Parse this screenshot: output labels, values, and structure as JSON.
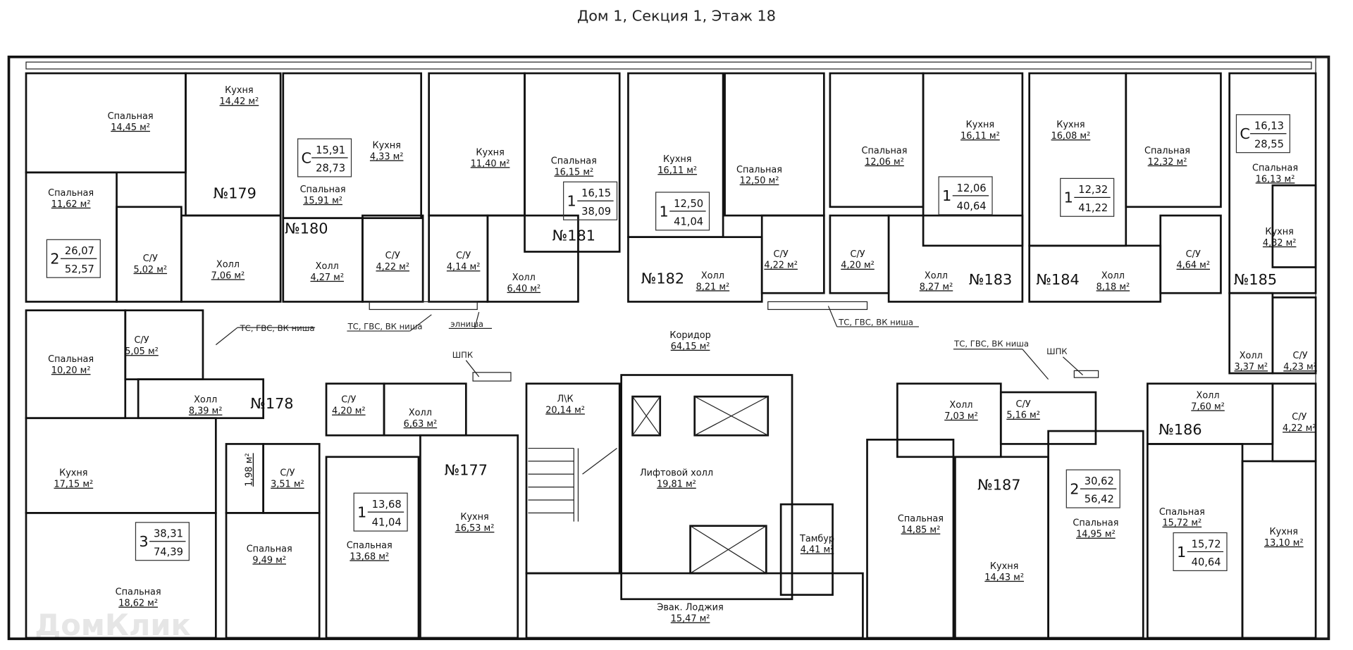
{
  "title": "Дом 1, Секция 1, Этаж 18",
  "watermark": "ДомКлик",
  "rooms": [
    {
      "name": "Спальная",
      "area": "14,45 м²"
    },
    {
      "name": "Кухня",
      "area": "14,42 м²"
    },
    {
      "name": "Спальная",
      "area": "11,62 м²"
    },
    {
      "name": "С/У",
      "area": "5,02 м²"
    },
    {
      "name": "Холл",
      "area": "7,06 м²"
    },
    {
      "name": "Кухня",
      "area": "4,33 м²"
    },
    {
      "name": "Спальная",
      "area": "15,91 м²"
    },
    {
      "name": "Холл",
      "area": "4,27 м²"
    },
    {
      "name": "С/У",
      "area": "4,22 м²"
    },
    {
      "name": "С/У",
      "area": "4,14 м²"
    },
    {
      "name": "Холл",
      "area": "6,40 м²"
    },
    {
      "name": "Кухня",
      "area": "11,40 м²"
    },
    {
      "name": "Спальная",
      "area": "16,15 м²"
    },
    {
      "name": "Кухня",
      "area": "16,11 м²"
    },
    {
      "name": "Холл",
      "area": "8,21 м²"
    },
    {
      "name": "Спальная",
      "area": "12,50 м²"
    },
    {
      "name": "С/У",
      "area": "4,22 м²"
    },
    {
      "name": "С/У",
      "area": "4,20 м²"
    },
    {
      "name": "Спальная",
      "area": "12,06 м²"
    },
    {
      "name": "Кухня",
      "area": "16,11 м²"
    },
    {
      "name": "Холл",
      "area": "8,27 м²"
    },
    {
      "name": "Кухня",
      "area": "16,08 м²"
    },
    {
      "name": "Спальная",
      "area": "12,32 м²"
    },
    {
      "name": "Холл",
      "area": "8,18 м²"
    },
    {
      "name": "С/У",
      "area": "4,64 м²"
    },
    {
      "name": "Спальная",
      "area": "16,13 м²"
    },
    {
      "name": "Кухня",
      "area": "4,82 м²"
    },
    {
      "name": "Коридор",
      "area": "64,15 м²"
    },
    {
      "name": "Холл",
      "area": "3,37 м²"
    },
    {
      "name": "С/У",
      "area": "4,23 м²"
    },
    {
      "name": "Спальная",
      "area": "10,20 м²"
    },
    {
      "name": "С/У",
      "area": "5,05 м²"
    },
    {
      "name": "Холл",
      "area": "8,39 м²"
    },
    {
      "name": "С/У",
      "area": "4,20 м²"
    },
    {
      "name": "Холл",
      "area": "6,63 м²"
    },
    {
      "name": "Л\\К",
      "area": "20,14 м²"
    },
    {
      "name": "Кухня",
      "area": "17,15 м²"
    },
    {
      "name": "С/У",
      "area": "3,51 м²"
    },
    {
      "name": "Кухня",
      "area": "16,53 м²"
    },
    {
      "name": "Спальная",
      "area": "9,49 м²"
    },
    {
      "name": "Спальная",
      "area": "13,68 м²"
    },
    {
      "name": "Спальная",
      "area": "18,62 м²"
    },
    {
      "name": "Лифтовой холл",
      "area": "19,81 м²"
    },
    {
      "name": "Тамбур",
      "area": "4,41 м²"
    },
    {
      "name": "Эвак. Лоджия",
      "area": "15,47 м²"
    },
    {
      "name": "Холл",
      "area": "7,03 м²"
    },
    {
      "name": "С/У",
      "area": "5,16 м²"
    },
    {
      "name": "Холл",
      "area": "7,60 м²"
    },
    {
      "name": "С/У",
      "area": "4,22 м²"
    },
    {
      "name": "Спальная",
      "area": "14,85 м²"
    },
    {
      "name": "Спальная",
      "area": "14,95 м²"
    },
    {
      "name": "Кухня",
      "area": "14,43 м²"
    },
    {
      "name": "Спальная",
      "area": "15,72 м²"
    },
    {
      "name": "Кухня",
      "area": "13,10 м²"
    }
  ],
  "storage_area": "1,98 м²",
  "apartments": [
    {
      "number": "№179",
      "type": "2",
      "living": "26,07",
      "total": "52,57"
    },
    {
      "number": "№180",
      "type": "С",
      "living": "15,91",
      "total": "28,73"
    },
    {
      "number": "№181",
      "type": "1",
      "living": "16,15",
      "total": "38,09"
    },
    {
      "number": "№182",
      "type": "1",
      "living": "12,50",
      "total": "41,04"
    },
    {
      "number": "№183",
      "type": "1",
      "living": "12,06",
      "total": "40,64"
    },
    {
      "number": "№184",
      "type": "1",
      "living": "12,32",
      "total": "41,22"
    },
    {
      "number": "№185",
      "type": "С",
      "living": "16,13",
      "total": "28,55"
    },
    {
      "number": "№178",
      "type": "3",
      "living": "38,31",
      "total": "74,39"
    },
    {
      "number": "№177",
      "type": "1",
      "living": "13,68",
      "total": "41,04"
    },
    {
      "number": "№187",
      "type": "2",
      "living": "30,62",
      "total": "56,42"
    },
    {
      "number": "№186",
      "type": "1",
      "living": "15,72",
      "total": "40,64"
    }
  ],
  "notes": [
    "ТС, ГВС, ВК ниша",
    "ТС, ГВС, ВК ниша",
    "элниша",
    "ТС, ГВС, ВК ниша",
    "ТС, ГВС, ВК ниша",
    "ШПК",
    "ШПК"
  ]
}
